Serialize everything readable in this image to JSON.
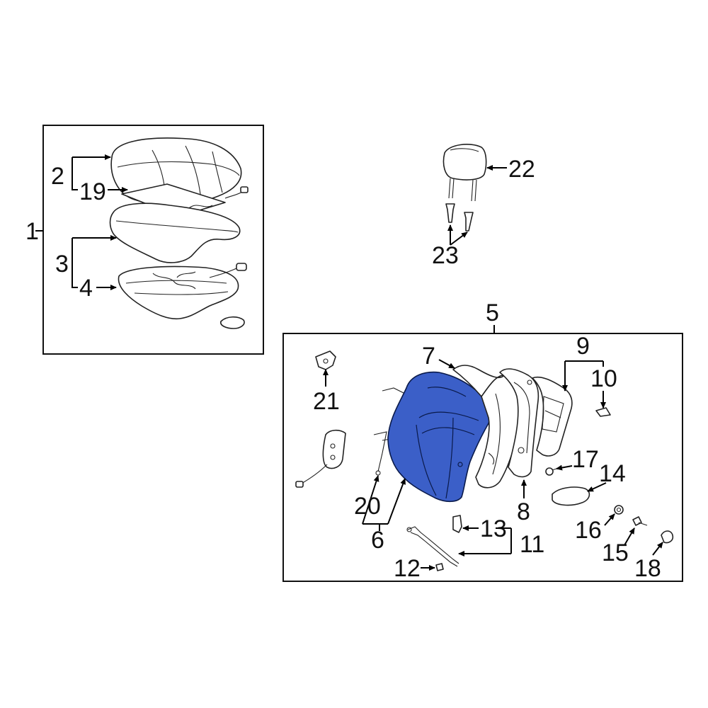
{
  "colors": {
    "highlight": "#3B5FC8",
    "line": "#000000",
    "background": "#FFFFFF"
  },
  "callouts": {
    "c1": "1",
    "c2": "2",
    "c3": "3",
    "c4": "4",
    "c5": "5",
    "c6": "6",
    "c7": "7",
    "c8": "8",
    "c9": "9",
    "c10": "10",
    "c11": "11",
    "c12": "12",
    "c13": "13",
    "c14": "14",
    "c15": "15",
    "c16": "16",
    "c17": "17",
    "c18": "18",
    "c19": "19",
    "c20": "20",
    "c21": "21",
    "c22": "22",
    "c23": "23"
  },
  "highlighted_part": "6"
}
